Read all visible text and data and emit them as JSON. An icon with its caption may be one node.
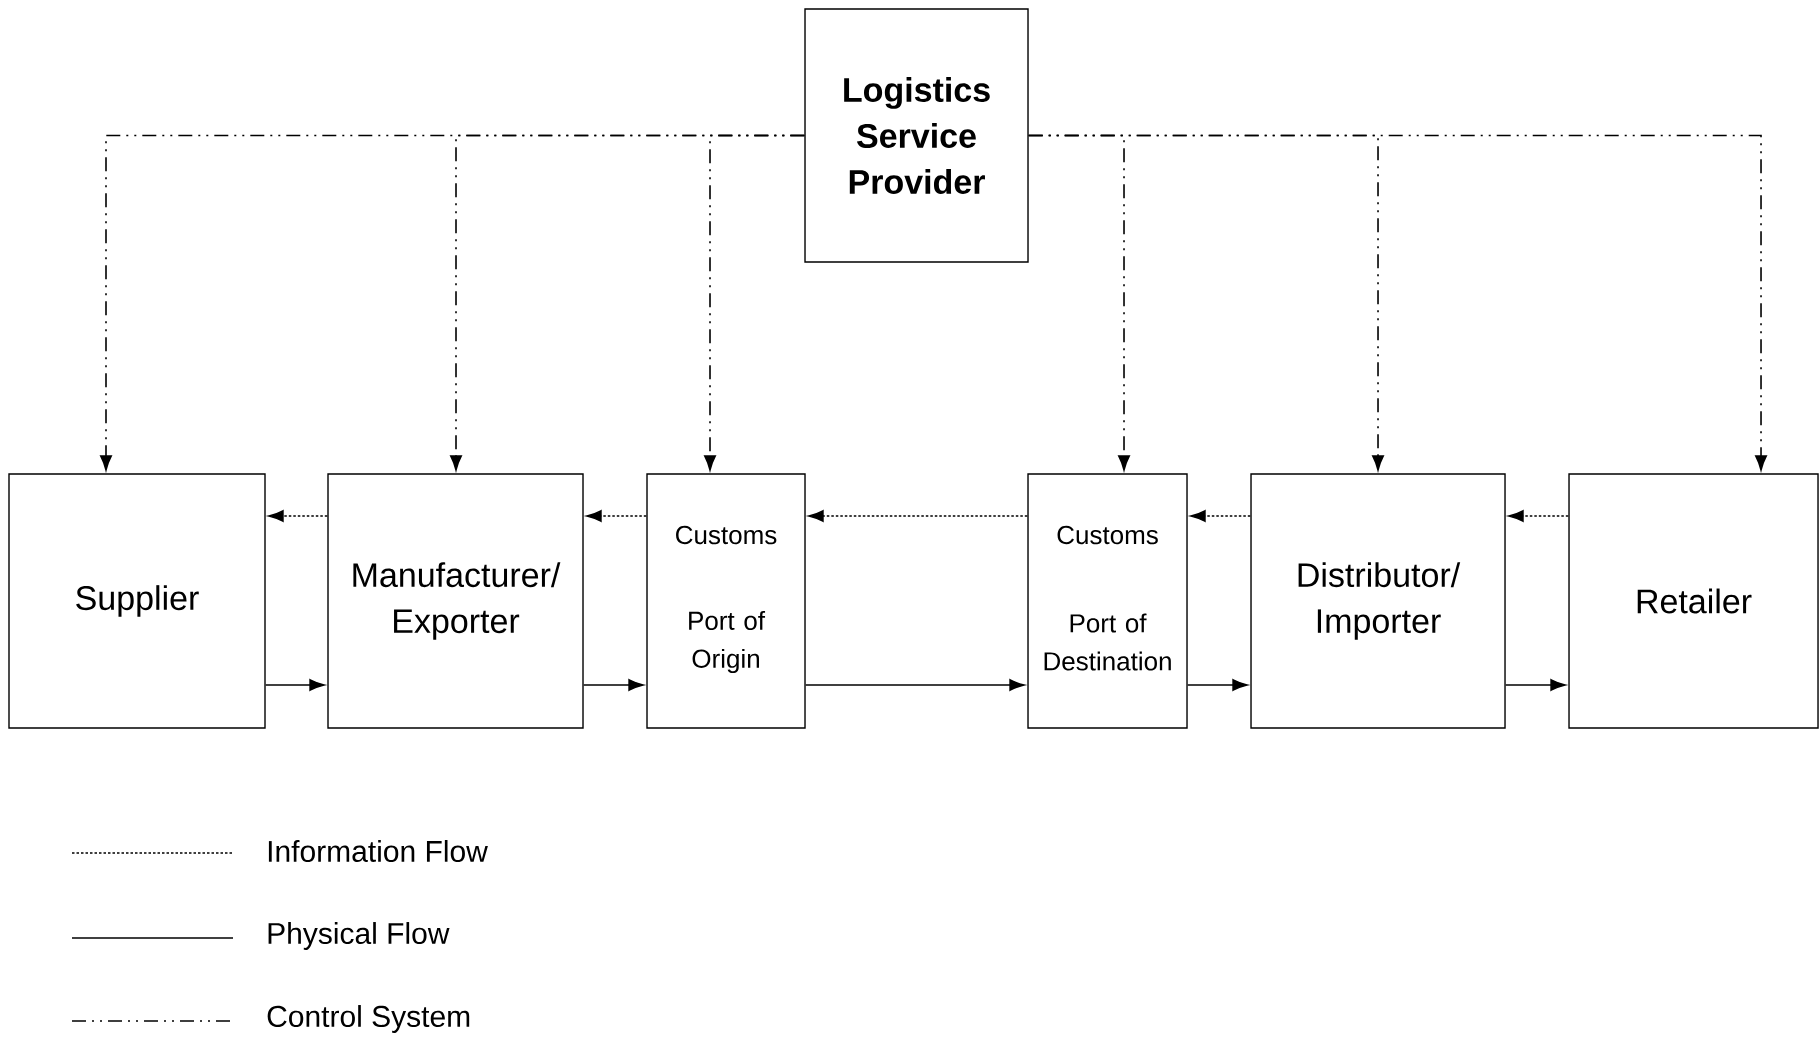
{
  "diagram": {
    "nodes": [
      {
        "text": [
          "Logistics Service Provider"
        ]
      },
      {
        "text": [
          "Supplier"
        ]
      },
      {
        "text": [
          "Manufacturer/ Exporter"
        ]
      },
      {
        "text": [
          "Customs",
          "Port of Origin"
        ]
      },
      {
        "text": [
          "Customs",
          "Port of Destination"
        ]
      },
      {
        "text": [
          "Distributor/ Importer"
        ]
      },
      {
        "text": [
          "Retailer"
        ]
      }
    ],
    "edges": [
      {
        "from": 0,
        "to": 1,
        "arrow": "to",
        "style": "dashed"
      },
      {
        "from": 0,
        "to": 2,
        "arrow": "to",
        "style": "dashed"
      },
      {
        "from": 0,
        "to": 3,
        "arrow": "to",
        "style": "dashed"
      },
      {
        "from": 0,
        "to": 4,
        "arrow": "to",
        "style": "dashed"
      },
      {
        "from": 0,
        "to": 5,
        "arrow": "to",
        "style": "dashed"
      },
      {
        "from": 0,
        "to": 6,
        "arrow": "to",
        "style": "dashed"
      },
      {
        "from": 2,
        "to": 1,
        "arrow": "to",
        "style": "dashed"
      },
      {
        "from": 3,
        "to": 2,
        "arrow": "to",
        "style": "dashed"
      },
      {
        "from": 4,
        "to": 3,
        "arrow": "to",
        "style": "dashed"
      },
      {
        "from": 5,
        "to": 4,
        "arrow": "to",
        "style": "dashed"
      },
      {
        "from": 6,
        "to": 5,
        "arrow": "to",
        "style": "dashed"
      },
      {
        "from": 1,
        "to": 2,
        "arrow": "to"
      },
      {
        "from": 2,
        "to": 3,
        "arrow": "to"
      },
      {
        "from": 3,
        "to": 4,
        "arrow": "to"
      },
      {
        "from": 4,
        "to": 5,
        "arrow": "to"
      },
      {
        "from": 5,
        "to": 6,
        "arrow": "to"
      }
    ],
    "legend": [
      {
        "text": "Information Flow"
      },
      {
        "text": "Physical Flow"
      },
      {
        "text": "Control System"
      }
    ]
  }
}
